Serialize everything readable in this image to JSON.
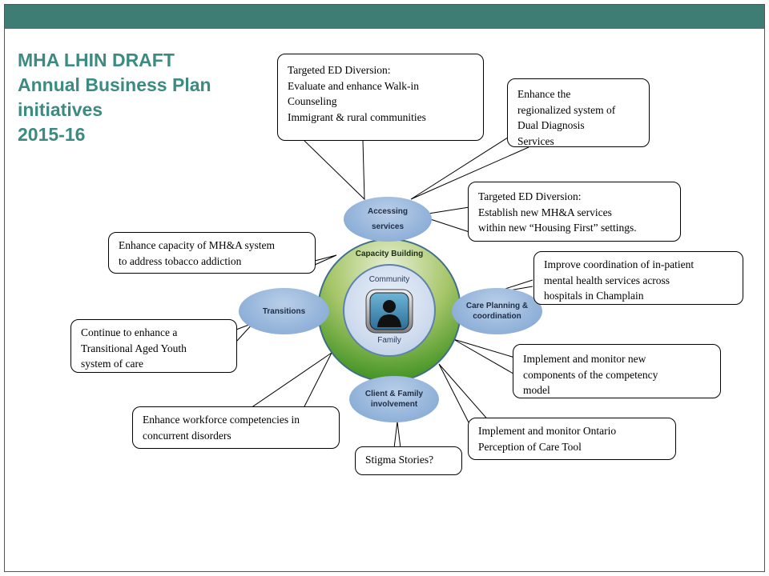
{
  "title": {
    "line1": "MHA LHIN DRAFT",
    "line2": "Annual Business Plan",
    "line3": "initiatives",
    "line4": "2015-16"
  },
  "center": {
    "outer_label": "Capacity Building",
    "top_inner_label": "Community",
    "bottom_inner_label": "Family",
    "center_icon": "person-icon"
  },
  "nodes": {
    "accessing": [
      "Accessing",
      "services"
    ],
    "transitions": [
      "Transitions"
    ],
    "care_planning": [
      "Care Planning &",
      "coordination"
    ],
    "client_family": [
      "Client  & Family",
      "involvement"
    ]
  },
  "callouts": {
    "ed_diversion_walkin": [
      "Targeted ED Diversion:",
      "Evaluate and enhance Walk-in",
      "Counseling",
      "Immigrant & rural communities"
    ],
    "dual_diagnosis": [
      "Enhance the",
      "regionalized system of",
      "Dual Diagnosis",
      "Services"
    ],
    "ed_diversion_housing": [
      "Targeted ED Diversion:",
      "Establish new MH&A services",
      "within new “Housing First” settings."
    ],
    "tobacco": [
      "Enhance capacity of MH&A system",
      "to address tobacco addiction"
    ],
    "inpatient": [
      "Improve coordination of in-patient",
      "mental health services across",
      "hospitals in Champlain"
    ],
    "tay": [
      "Continue to enhance a",
      "Transitional  Aged Youth",
      "system of care"
    ],
    "competency": [
      "Implement and monitor new",
      "components of the competency",
      "model"
    ],
    "workforce": [
      "Enhance workforce competencies in",
      "concurrent disorders"
    ],
    "perception": [
      "Implement and monitor Ontario",
      "Perception of Care Tool"
    ],
    "stigma": [
      "Stigma Stories?"
    ]
  },
  "colors": {
    "topbar": "#3d7d73",
    "title": "#3d8a80",
    "ellipse": "#8fb0d8",
    "outer_ring": "#4f9a2c"
  }
}
